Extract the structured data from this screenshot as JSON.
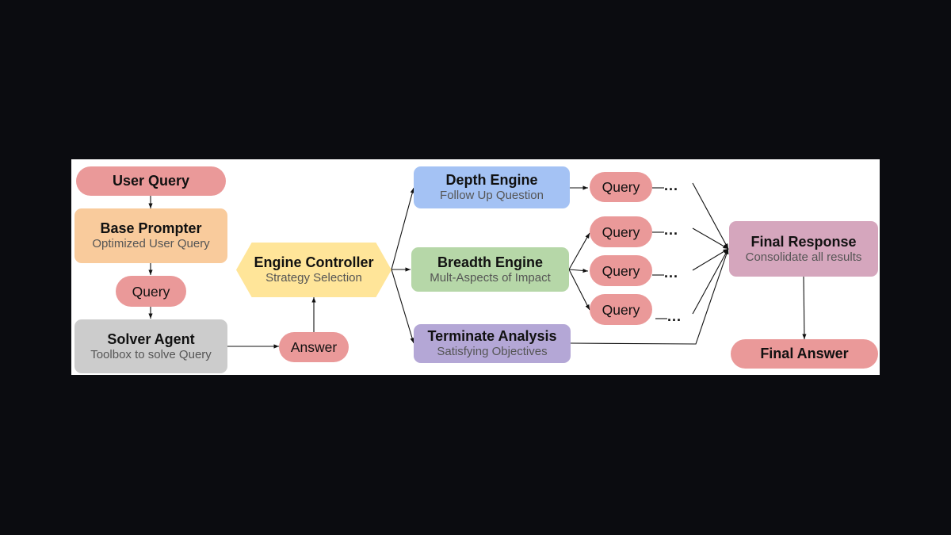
{
  "nodes": {
    "user_query": {
      "title": "User Query",
      "color": "#ea9999"
    },
    "base_prompter": {
      "title": "Base Prompter",
      "subtitle": "Optimized User Query",
      "color": "#f9cb9c"
    },
    "query_left": {
      "label": "Query",
      "color": "#ea9999"
    },
    "solver_agent": {
      "title": "Solver Agent",
      "subtitle": "Toolbox to solve Query",
      "color": "#cccccc"
    },
    "answer": {
      "label": "Answer",
      "color": "#ea9999"
    },
    "engine_controller": {
      "title": "Engine Controller",
      "subtitle": "Strategy Selection",
      "color": "#ffe599"
    },
    "depth_engine": {
      "title": "Depth Engine",
      "subtitle": "Follow Up Question",
      "color": "#a4c2f4"
    },
    "breadth_engine": {
      "title": "Breadth Engine",
      "subtitle": "Mult-Aspects of Impact",
      "color": "#b6d7a8"
    },
    "terminate_analysis": {
      "title": "Terminate Analysis",
      "subtitle": "Satisfying Objectives",
      "color": "#b4a7d6"
    },
    "queries_right": [
      "Query",
      "Query",
      "Query",
      "Query"
    ],
    "ellipsis": "...",
    "final_response": {
      "title": "Final Response",
      "subtitle": "Consolidate all results",
      "color": "#d5a6bd"
    },
    "final_answer": {
      "title": "Final Answer",
      "color": "#ea9999"
    }
  }
}
